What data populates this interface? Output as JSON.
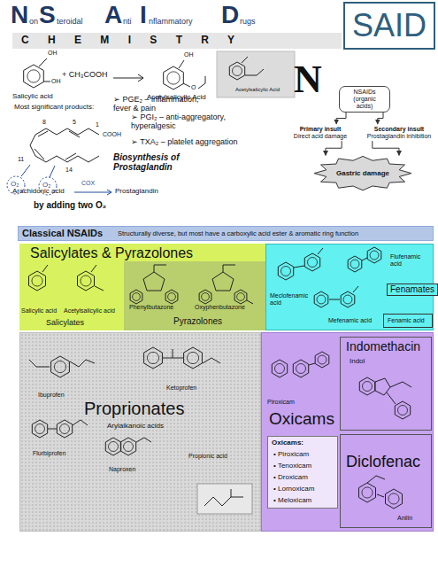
{
  "diagram": {
    "nodes": [
      {
        "text": [
          "SAID"
        ]
      },
      {
        "text": [
          "NSAIDs (organic acids)"
        ]
      },
      {
        "text": [
          "Primary insult",
          "Direct acid damage"
        ]
      },
      {
        "text": [
          "Secondary insult",
          "Prostaglandin inhibition"
        ]
      },
      {
        "text": [
          "Gastric damage"
        ]
      },
      {
        "text": [
          "Classical NSAIDs",
          "Structurally diverse, but most have a carboxylic acid ester & aromatic ring function"
        ]
      },
      {
        "text": [
          "Salicylates & Pyrazolones"
        ]
      },
      {
        "text": [
          "Salicylic acid",
          "Acetylsalicylic acid",
          "Salicylates"
        ],
        "in": 6
      },
      {
        "text": [
          "Phenylbutazone",
          "Oxyphenbutazone",
          "Pyrazolones"
        ],
        "in": 6
      },
      {
        "text": [
          "Meclofenamic acid",
          "Flufenamic acid",
          "Mefenamic acid",
          "Fenamates"
        ]
      },
      {
        "text": [
          "Fenamic acid"
        ],
        "in": 9
      },
      {
        "text": [
          "Ibuprofen",
          "Ketoprofen",
          "Proprionates",
          "Arylalkanoic acids",
          "Flurbiprofen",
          "Naproxen",
          "Propionic acid"
        ]
      },
      {
        "text": [
          "Piroxicam",
          "Oxicams"
        ]
      },
      {
        "text": [
          "Oxicams:",
          "• Piroxicam",
          "• Tenoxicam",
          "• Droxicam",
          "• Lornoxicam",
          "• Meloxicam"
        ],
        "in": 12
      },
      {
        "text": [
          "Indomethacin",
          "Indol"
        ],
        "in": 12
      },
      {
        "text": [
          "Diclofenac",
          "Anilin"
        ],
        "in": 12
      }
    ],
    "edges": [
      {
        "from": 1,
        "to": 2,
        "arrow": "to"
      },
      {
        "from": 1,
        "to": 3,
        "arrow": "to"
      },
      {
        "from": 2,
        "to": 4,
        "arrow": "to"
      },
      {
        "from": 3,
        "to": 4,
        "arrow": "to"
      }
    ],
    "labels": [
      "N",
      "on",
      "S",
      "teroidal",
      "A",
      "nti",
      "I",
      "nflammatory",
      "D",
      "rugs",
      "C H E M I S T R Y",
      "Salicylic acid",
      "+ CH₃COOH",
      "Acetylsalicylic Acid",
      "Acetylsalicylic Acid",
      "N",
      "Most significant products:",
      "➢ PGE₂ – inflammation, fever & pain",
      "➢ PGI₂ – anti-aggregatory, hyperalgesic",
      "➢ TXA₂ – platelet aggregation",
      "8",
      "5",
      "1",
      "COOH",
      "11",
      "14",
      "O₂",
      "O₂",
      "Biosynthesis of Prostaglandin",
      "COX",
      "Arachidonic acid",
      "Prostaglandin",
      "by adding two O₂",
      "OH",
      "OH",
      "OH",
      "O"
    ]
  }
}
